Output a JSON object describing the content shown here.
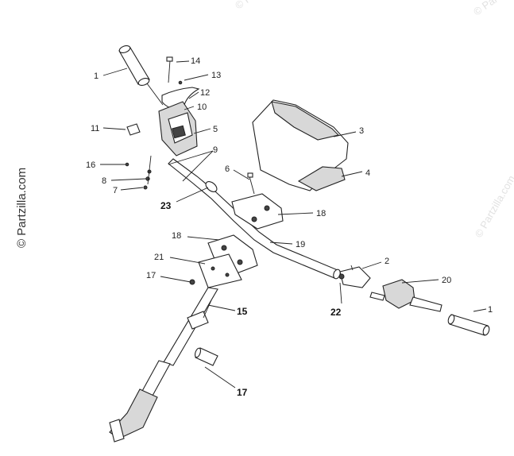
{
  "watermark": {
    "text": "© Partzilla.com",
    "corner_text": "© Partzilla.com"
  },
  "callouts": [
    {
      "id": "c1a",
      "label": "1"
    },
    {
      "id": "c14",
      "label": "14"
    },
    {
      "id": "c13",
      "label": "13"
    },
    {
      "id": "c12",
      "label": "12"
    },
    {
      "id": "c10",
      "label": "10"
    },
    {
      "id": "c11",
      "label": "11"
    },
    {
      "id": "c5",
      "label": "5"
    },
    {
      "id": "c9",
      "label": "9"
    },
    {
      "id": "c16",
      "label": "16"
    },
    {
      "id": "c8",
      "label": "8"
    },
    {
      "id": "c7",
      "label": "7"
    },
    {
      "id": "c23",
      "label": "23"
    },
    {
      "id": "c3",
      "label": "3"
    },
    {
      "id": "c4",
      "label": "4"
    },
    {
      "id": "c6",
      "label": "6"
    },
    {
      "id": "c18a",
      "label": "18"
    },
    {
      "id": "c18b",
      "label": "18"
    },
    {
      "id": "c19",
      "label": "19"
    },
    {
      "id": "c21",
      "label": "21"
    },
    {
      "id": "c2",
      "label": "2"
    },
    {
      "id": "c17a",
      "label": "17"
    },
    {
      "id": "c22",
      "label": "22"
    },
    {
      "id": "c20",
      "label": "20"
    },
    {
      "id": "c15",
      "label": "15"
    },
    {
      "id": "c1b",
      "label": "1"
    },
    {
      "id": "c17b",
      "label": "17"
    }
  ]
}
